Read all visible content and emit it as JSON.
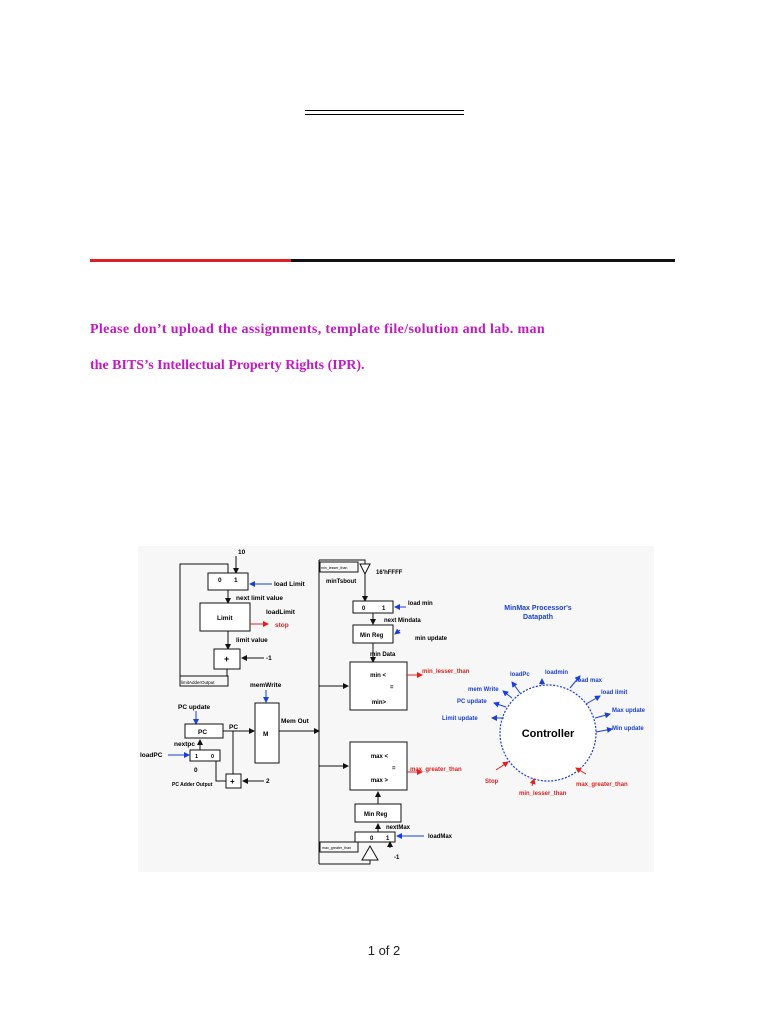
{
  "document": {
    "notice_line1": "Please don’t upload the assignments, template file/solution and lab. man",
    "notice_line2": "the BITS’s Intellectual Property Rights (IPR).",
    "page_indicator": "1 of 2"
  },
  "colors": {
    "accent_red": "#e02020",
    "notice_magenta": "#c518c5",
    "signal_blue": "#1a3fd6",
    "signal_red": "#e02020"
  },
  "diagram": {
    "title_line1": "MinMax Processor's",
    "title_line2": "Datapath",
    "limit": {
      "const_10": "10",
      "mux_in0": "0",
      "mux_in1": "1",
      "load_limit": "load Limit",
      "next_limit_value": "next limit value",
      "reg_label": "Limit",
      "load_limit_ctrl": "loadLimit",
      "stop": "stop",
      "limit_value": "limit value",
      "adder": "+",
      "minus_one": "-1",
      "adder_output": "limitAdderOutput"
    },
    "pc": {
      "pc_update": "PC update",
      "reg_label": "PC",
      "pc_out": "PC",
      "nextpc": "nextpc",
      "loadpc": "loadPC",
      "mux_in1": "1",
      "mux_in0": "0",
      "zero": "0",
      "adder": "+",
      "two": "2",
      "adder_output": "PC Adder Output"
    },
    "memory": {
      "mem_write": "memWrite",
      "label": "M",
      "mem_out": "Mem Out"
    },
    "min": {
      "min_lesser_than_small": "min_lesser_than",
      "const": "16'hFFFF",
      "mints_bout": "minTsbout",
      "mux_in0": "0",
      "mux_in1": "1",
      "load_min": "load min",
      "next_mindata": "next Mindata",
      "reg_label": "Min Reg",
      "min_update": "min update",
      "min_data": "min Data",
      "cmp_lt": "min <",
      "cmp_eq": "=",
      "cmp_gt": "min>",
      "min_lesser_than": "min_lesser_than"
    },
    "max": {
      "cmp_lt": "max <",
      "cmp_eq": "=",
      "cmp_gt": "max >",
      "max_greater_than": "max_greater_than",
      "reg_label": "Min Reg",
      "next_max": "nextMax",
      "mux_in0": "0",
      "mux_in1": "1",
      "load_max": "loadMax",
      "max_greater_than_small": "max_greater_than",
      "minus_one": "-1"
    },
    "controller": {
      "label": "Controller",
      "outputs": [
        "loadPc",
        "loadmin",
        "load max",
        "load limit",
        "Max update",
        "Min update",
        "Limit update",
        "PC update",
        "mem Write"
      ],
      "inputs": [
        "Stop",
        "min_lesser_than",
        "max_greater_than"
      ]
    }
  }
}
